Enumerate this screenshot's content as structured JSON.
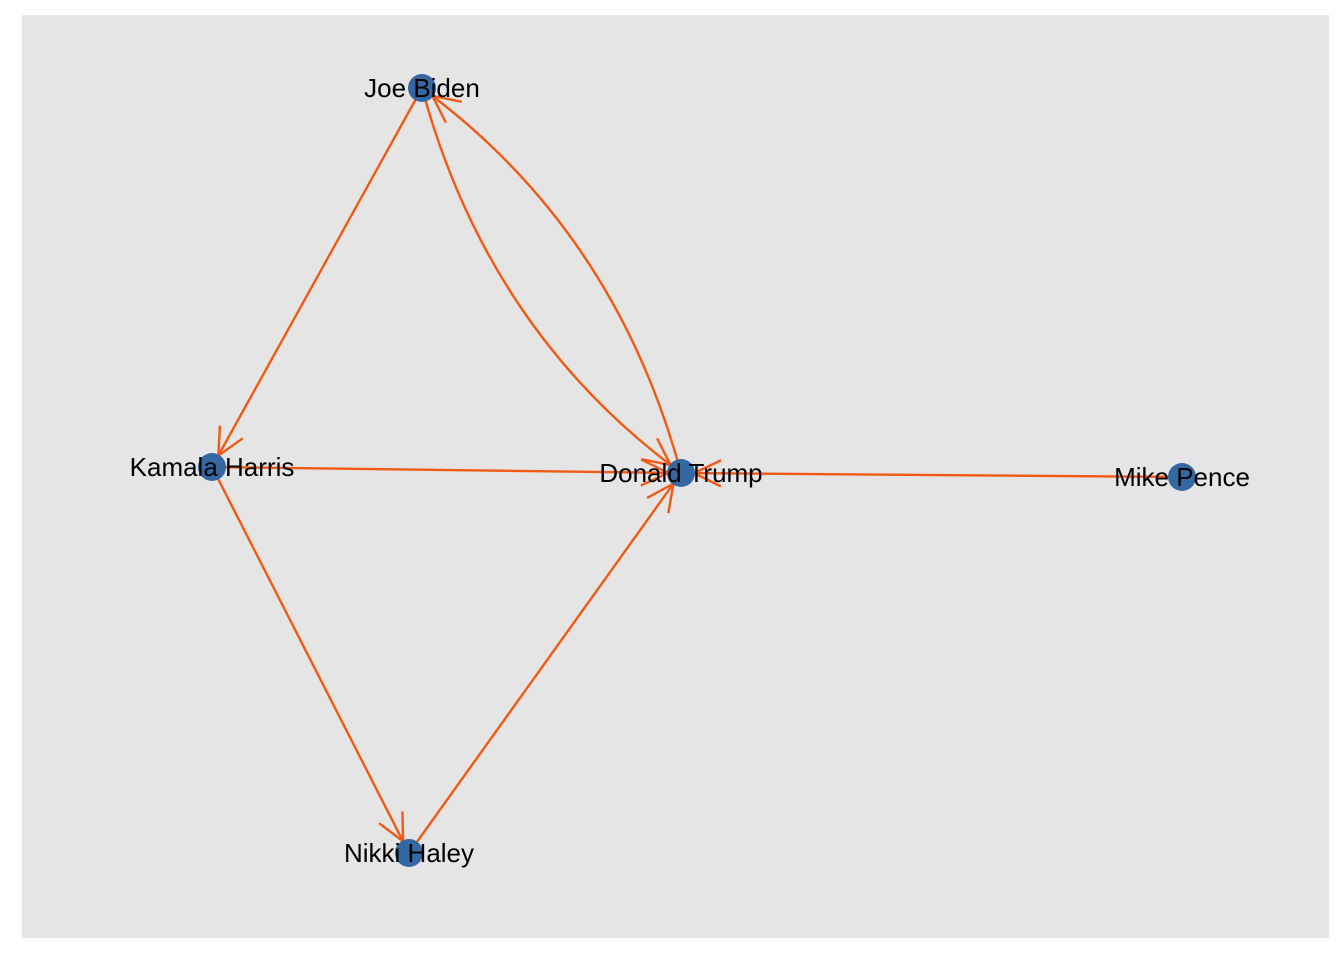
{
  "colors": {
    "panel_background": "#e5e5e5",
    "edge": "#f05a14",
    "node": "#3567a3",
    "label": "#000000"
  },
  "nodes": [
    {
      "id": "joe-biden",
      "label": "Joe Biden"
    },
    {
      "id": "kamala-harris",
      "label": "Kamala Harris"
    },
    {
      "id": "donald-trump",
      "label": "Donald Trump"
    },
    {
      "id": "mike-pence",
      "label": "Mike Pence"
    },
    {
      "id": "nikki-haley",
      "label": "Nikki Haley"
    }
  ],
  "edges": [
    {
      "from": "joe-biden",
      "to": "kamala-harris"
    },
    {
      "from": "joe-biden",
      "to": "donald-trump"
    },
    {
      "from": "donald-trump",
      "to": "joe-biden"
    },
    {
      "from": "kamala-harris",
      "to": "donald-trump"
    },
    {
      "from": "kamala-harris",
      "to": "nikki-haley"
    },
    {
      "from": "nikki-haley",
      "to": "donald-trump"
    },
    {
      "from": "mike-pence",
      "to": "donald-trump"
    }
  ]
}
